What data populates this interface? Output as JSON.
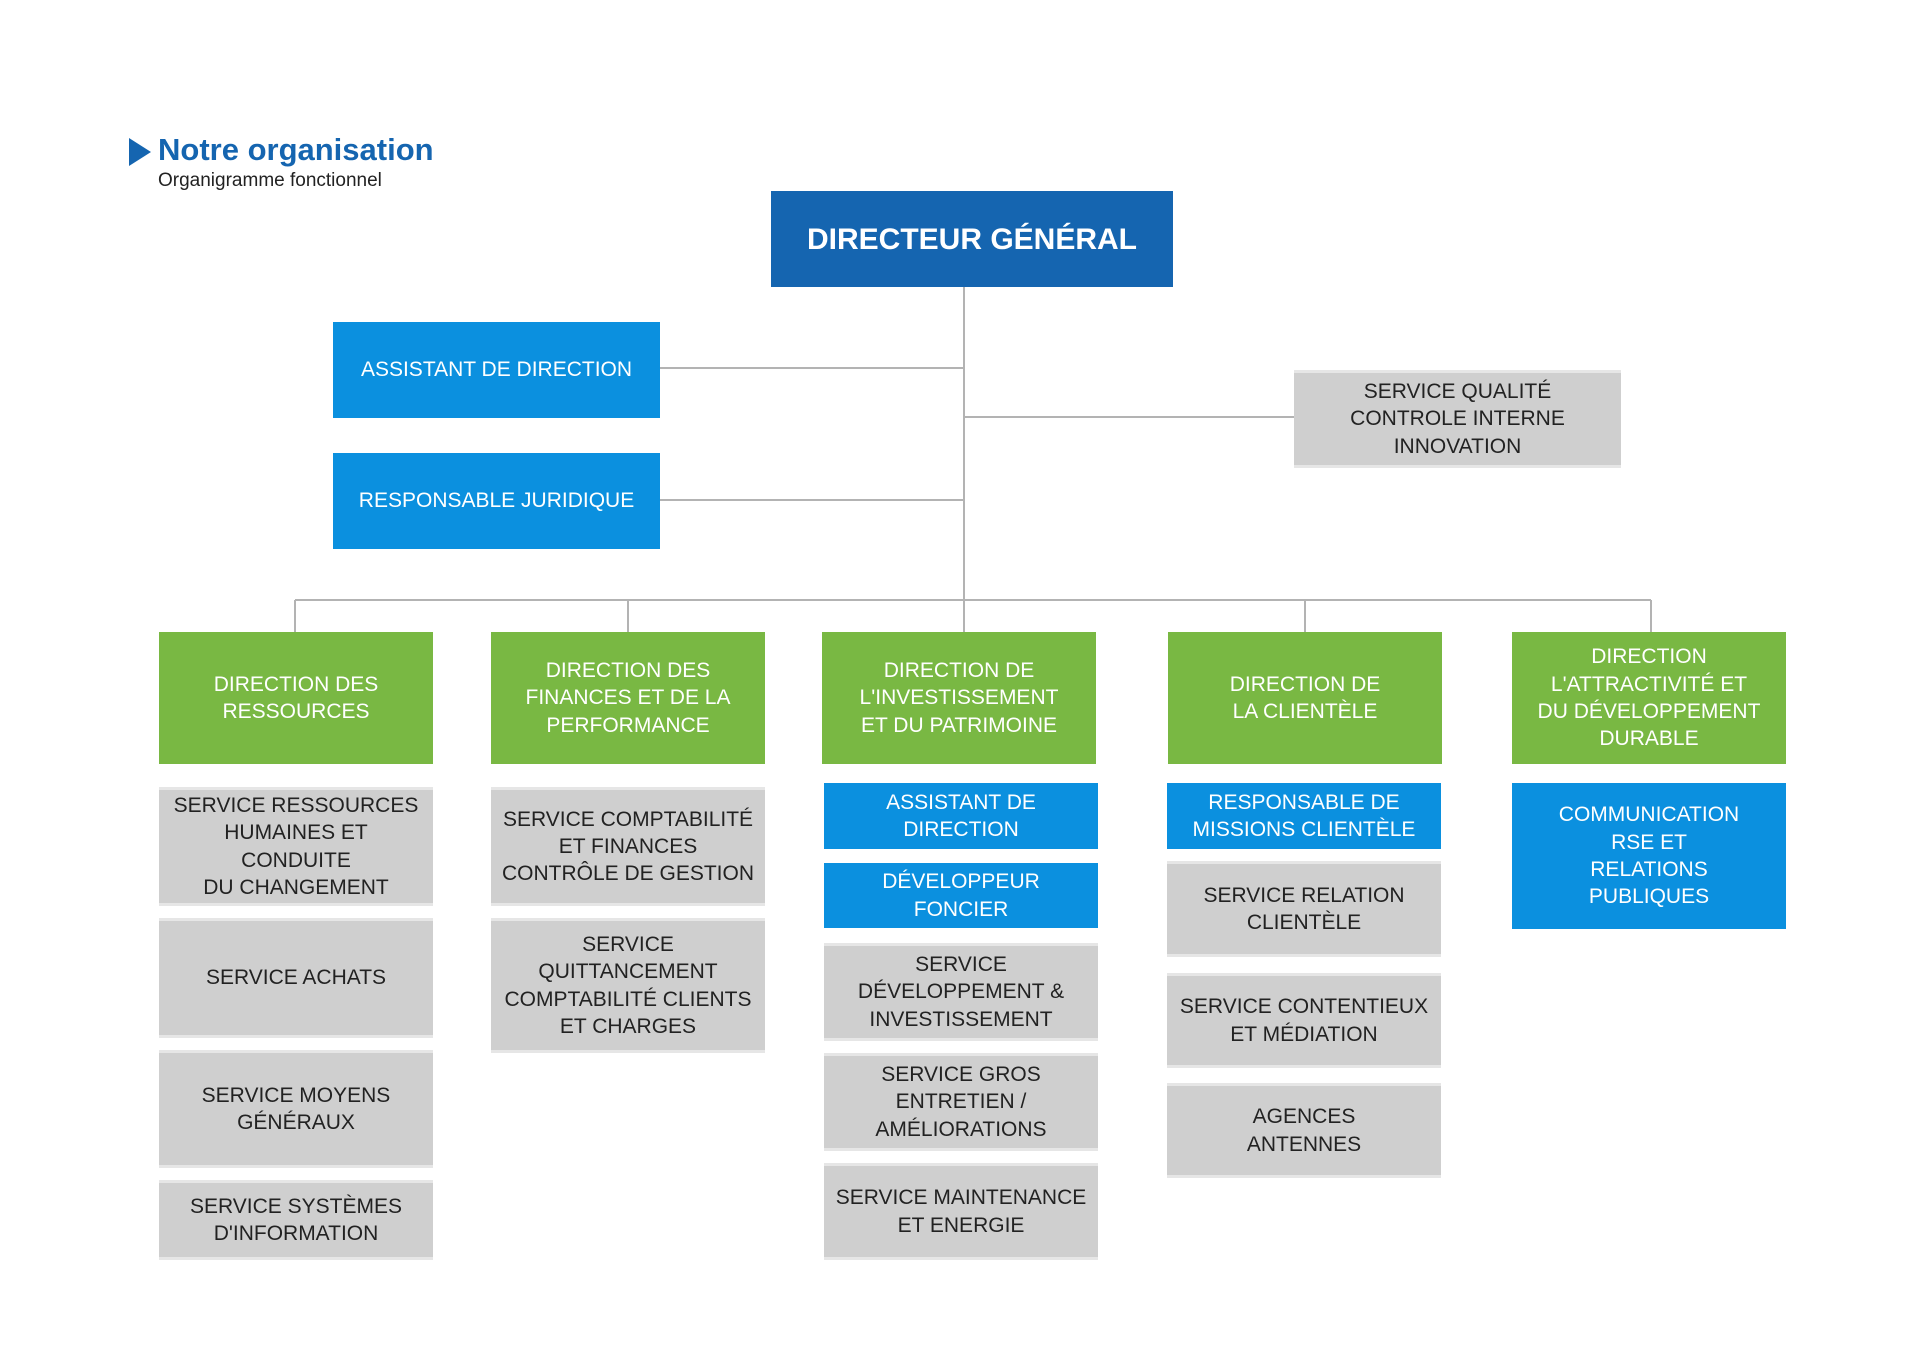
{
  "header": {
    "title": "Notre organisation",
    "subtitle": "Organigramme fonctionnel"
  },
  "top": {
    "director": "DIRECTEUR GÉNÉRAL",
    "assistant": "ASSISTANT DE DIRECTION",
    "legal": "RESPONSABLE JURIDIQUE",
    "quality": "SERVICE QUALITÉ\nCONTROLE INTERNE\nINNOVATION"
  },
  "directions": [
    {
      "title": "DIRECTION  DES\nRESSOURCES",
      "units": [
        "SERVICE RESSOURCES\nHUMAINES ET CONDUITE\nDU CHANGEMENT",
        "SERVICE ACHATS",
        "SERVICE MOYENS\nGÉNÉRAUX",
        "SERVICE SYSTÈMES\nD'INFORMATION"
      ]
    },
    {
      "title": "DIRECTION DES\nFINANCES ET DE LA\nPERFORMANCE",
      "units": [
        "SERVICE COMPTABILITÉ\nET FINANCES\nCONTRÔLE DE GESTION",
        "SERVICE\nQUITTANCEMENT\nCOMPTABILITÉ CLIENTS\nET CHARGES"
      ]
    },
    {
      "title": "DIRECTION  DE\nL'INVESTISSEMENT\nET DU PATRIMOINE",
      "units": [
        "ASSISTANT DE\nDIRECTION",
        "DÉVELOPPEUR\nFONCIER",
        "SERVICE\nDÉVELOPPEMENT &\nINVESTISSEMENT",
        "SERVICE GROS\nENTRETIEN /\nAMÉLIORATIONS",
        "SERVICE MAINTENANCE\nET ENERGIE"
      ]
    },
    {
      "title": "DIRECTION DE\nLA CLIENTÈLE",
      "units": [
        "RESPONSABLE DE\nMISSIONS CLIENTÈLE",
        "SERVICE RELATION\nCLIENTÈLE",
        "SERVICE CONTENTIEUX\nET MÉDIATION",
        "AGENCES\nANTENNES"
      ]
    },
    {
      "title": "DIRECTION\nL'ATTRACTIVITÉ ET\nDU DÉVELOPPEMENT\nDURABLE",
      "units": [
        "COMMUNICATION\nRSE ET\nRELATIONS\nPUBLIQUES"
      ]
    }
  ],
  "colors": {
    "director": "#1565b0",
    "staff": "#0b90df",
    "direction": "#79b843",
    "service": "#cfcfcf",
    "connector": "#b3b3b3"
  }
}
